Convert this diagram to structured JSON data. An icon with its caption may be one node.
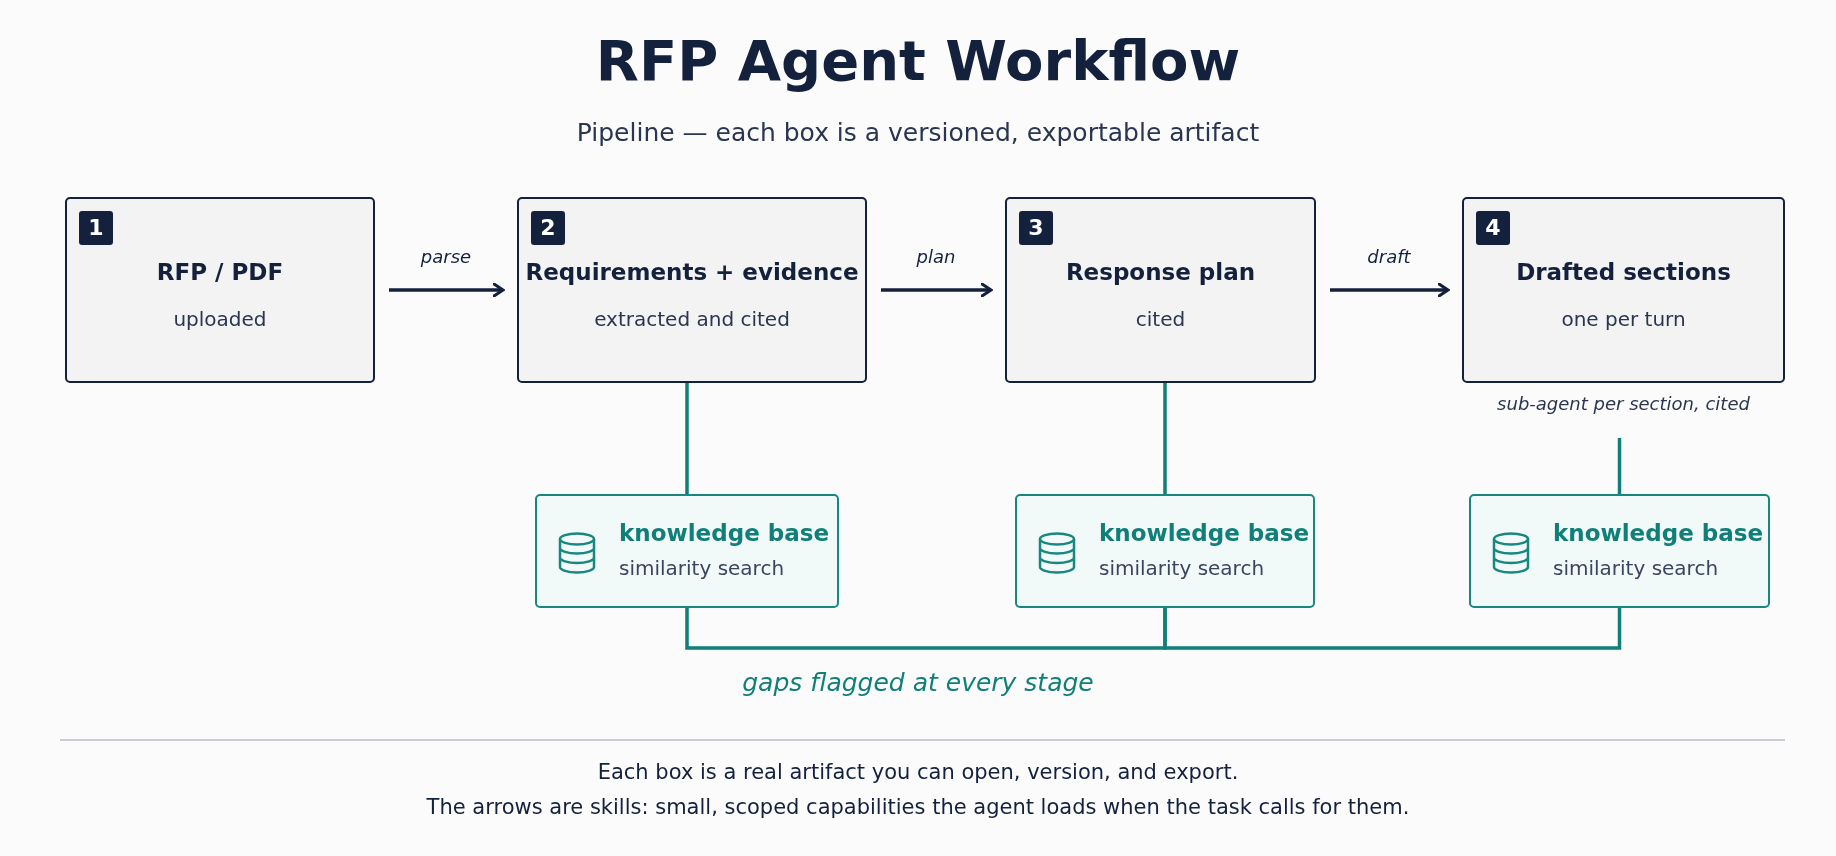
{
  "diagram": {
    "title": "RFP Agent Workflow",
    "nodes": [
      {
        "text": [
          "1",
          "RFP / PDF",
          "uploaded"
        ]
      },
      {
        "text": [
          "2",
          "Requirements + evidence",
          "extracted and cited"
        ]
      },
      {
        "text": [
          "3",
          "Response plan",
          "cited"
        ]
      },
      {
        "text": [
          "4",
          "Drafted sections",
          "one per turn"
        ],
        "beside": [
          "sub-agent per section, cited"
        ]
      },
      {
        "text": [
          "knowledge base",
          "similarity search"
        ]
      },
      {
        "text": [
          "knowledge base",
          "similarity search"
        ]
      },
      {
        "text": [
          "knowledge base",
          "similarity search"
        ]
      }
    ],
    "edges": [
      {
        "from": 0,
        "to": 1,
        "arrow": "to",
        "label": "parse",
        "color": "#14213d"
      },
      {
        "from": 1,
        "to": 2,
        "arrow": "to",
        "label": "plan",
        "color": "#14213d"
      },
      {
        "from": 2,
        "to": 3,
        "arrow": "to",
        "label": "draft",
        "color": "#14213d"
      },
      {
        "from": 1,
        "to": 4,
        "arrow": "none",
        "color": "#0f7f77"
      },
      {
        "from": 2,
        "to": 5,
        "arrow": "none",
        "color": "#0f7f77"
      },
      {
        "from": 3,
        "to": 6,
        "arrow": "none",
        "color": "#0f7f77"
      },
      {
        "from": 4,
        "to": 5,
        "arrow": "none",
        "color": "#0f7f77"
      },
      {
        "from": 5,
        "to": 6,
        "arrow": "none",
        "color": "#0f7f77"
      }
    ],
    "labels": [
      "Pipeline — each box is a versioned, exportable artifact",
      "gaps flagged at every stage",
      "Each box is a real artifact you can open, version, and export.",
      "The arrows are skills: small, scoped capabilities the agent loads when the task calls for them."
    ]
  }
}
